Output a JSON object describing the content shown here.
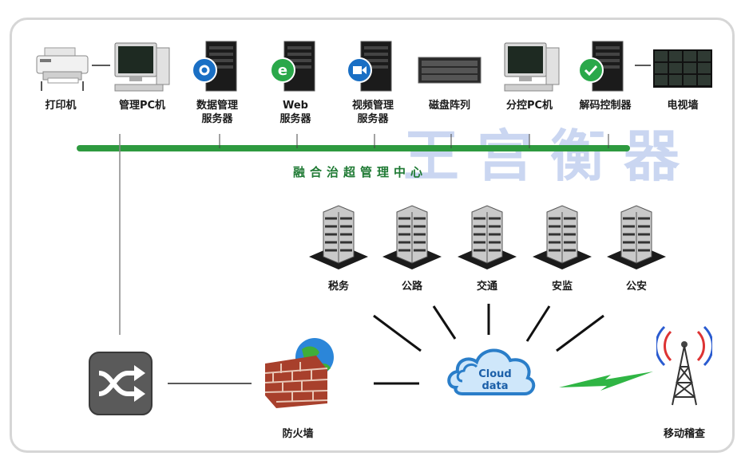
{
  "bus_label": "融合治超管理中心",
  "watermark": "王宫衡器",
  "devices": [
    {
      "key": "printer",
      "label": "打印机"
    },
    {
      "key": "admin_pc",
      "label": "管理PC机"
    },
    {
      "key": "db_server",
      "label": "数据管理\n服务器"
    },
    {
      "key": "web_server",
      "label": "Web\n服务器"
    },
    {
      "key": "video_server",
      "label": "视频管理\n服务器"
    },
    {
      "key": "disk_array",
      "label": "磁盘阵列"
    },
    {
      "key": "sub_pc",
      "label": "分控PC机"
    },
    {
      "key": "decoder",
      "label": "解码控制器"
    },
    {
      "key": "tv_wall",
      "label": "电视墙"
    }
  ],
  "agencies": [
    {
      "key": "tax",
      "label": "税务"
    },
    {
      "key": "highway",
      "label": "公路"
    },
    {
      "key": "traffic",
      "label": "交通"
    },
    {
      "key": "safety",
      "label": "安监"
    },
    {
      "key": "police",
      "label": "公安"
    }
  ],
  "cloud_text": "Cloud\ndata",
  "firewall_label": "防火墙",
  "mobile_label": "移动稽查",
  "colors": {
    "bus": "#2e9a3f",
    "bus_text": "#1f7a34",
    "wire": "#111111",
    "frame": "#d6d6d6"
  }
}
